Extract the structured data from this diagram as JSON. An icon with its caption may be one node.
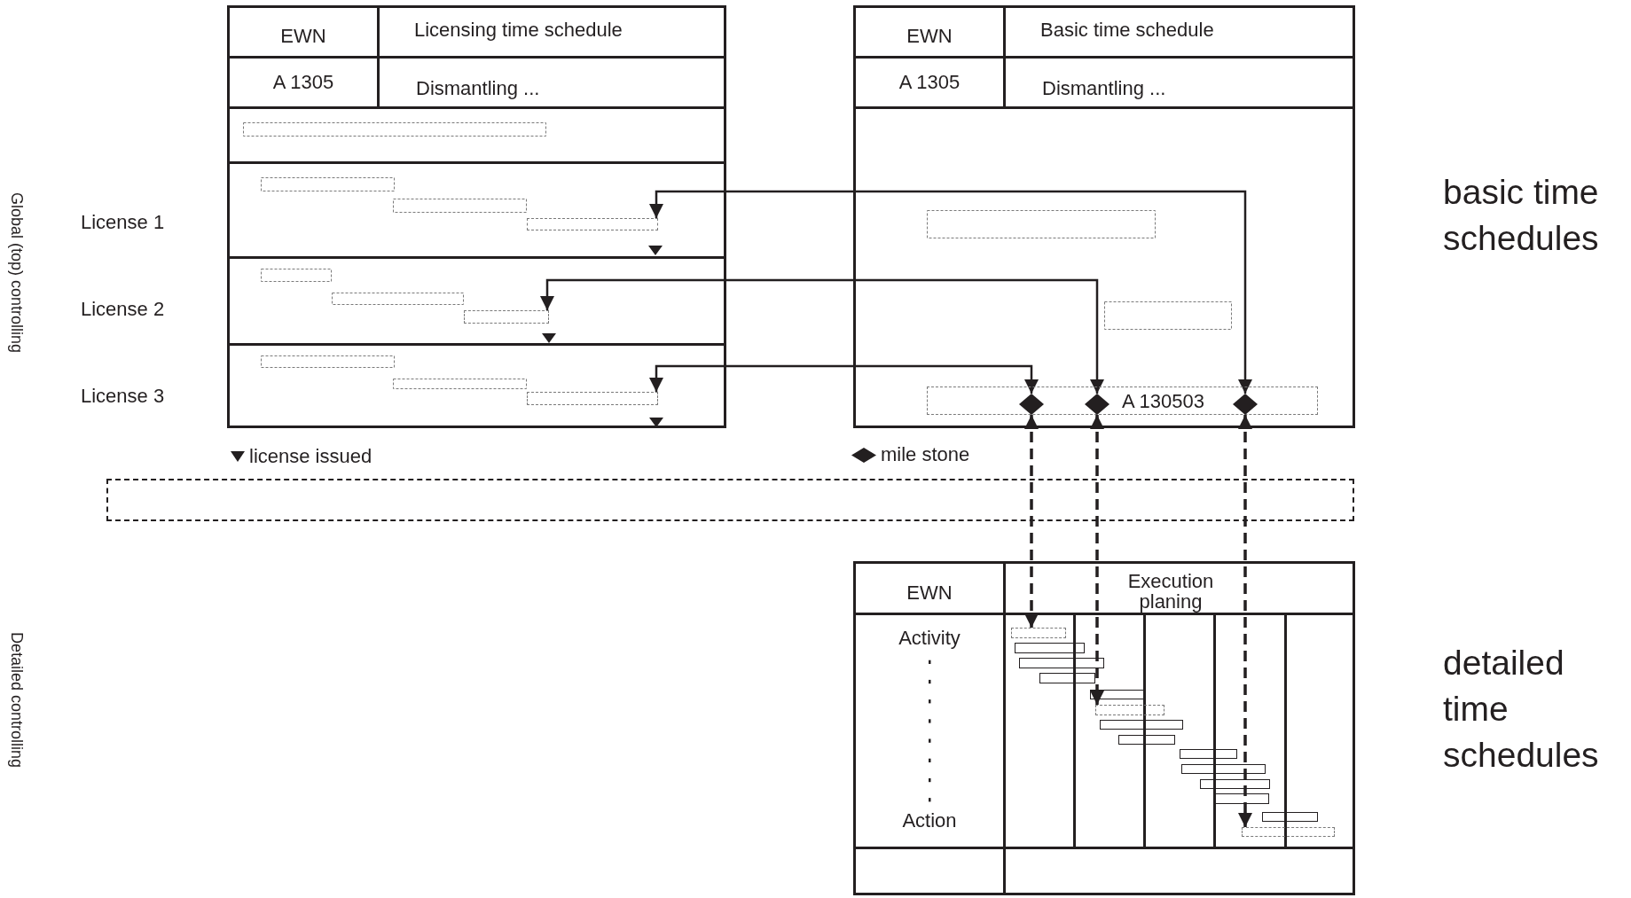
{
  "diagram": {
    "nodes": [
      {
        "text": [],
        "shape": "box"
      },
      {
        "text": [
          "EWN"
        ],
        "in": 0
      },
      {
        "text": [
          "Licensing time schedule"
        ],
        "in": 0
      },
      {
        "text": [
          "A 1305"
        ],
        "in": 0
      },
      {
        "text": [
          "Dismantling ..."
        ],
        "in": 0
      },
      {
        "text": [],
        "shape": "box"
      },
      {
        "text": [
          "EWN"
        ],
        "in": 5
      },
      {
        "text": [
          "Basic time schedule"
        ],
        "in": 5
      },
      {
        "text": [
          "A 1305"
        ],
        "in": 5
      },
      {
        "text": [
          "Dismantling ..."
        ],
        "in": 5
      },
      {
        "text": [],
        "shape": "bar",
        "in": 0
      },
      {
        "text": [],
        "shape": "bar",
        "in": 0
      },
      {
        "text": [],
        "shape": "bar",
        "in": 0
      },
      {
        "text": [
          "A 130503"
        ],
        "in": 5
      },
      {
        "text": [],
        "shape": "diamond",
        "in": 13
      },
      {
        "text": [],
        "shape": "diamond",
        "in": 13
      },
      {
        "text": [],
        "shape": "diamond",
        "in": 13
      },
      {
        "text": [],
        "shape": "box"
      },
      {
        "text": [
          "EWN"
        ],
        "in": 17
      },
      {
        "text": [
          "Execution planing"
        ],
        "in": 17
      },
      {
        "text": [
          "Activity",
          "Action"
        ],
        "in": 17
      },
      {
        "text": [],
        "shape": "bar",
        "in": 17
      },
      {
        "text": [],
        "shape": "bar",
        "in": 17
      },
      {
        "text": [],
        "shape": "bar",
        "in": 17
      }
    ],
    "edges": [
      {
        "from": 10,
        "to": 16,
        "arrow": "both"
      },
      {
        "from": 11,
        "to": 15,
        "arrow": "both"
      },
      {
        "from": 12,
        "to": 14,
        "arrow": "both"
      },
      {
        "from": 14,
        "to": 21,
        "arrow": "both",
        "style": "dashed"
      },
      {
        "from": 15,
        "to": 22,
        "arrow": "both",
        "style": "dashed"
      },
      {
        "from": 16,
        "to": 23,
        "arrow": "both",
        "style": "dashed"
      }
    ],
    "labels": [
      "Global (top) controlling",
      "License 1",
      "License 2",
      "License 3",
      "basic time schedules",
      "Detailed controlling",
      "detailed time schedules"
    ],
    "legend": [
      {
        "text": "license issued"
      },
      {
        "text": "mile stone"
      }
    ]
  }
}
